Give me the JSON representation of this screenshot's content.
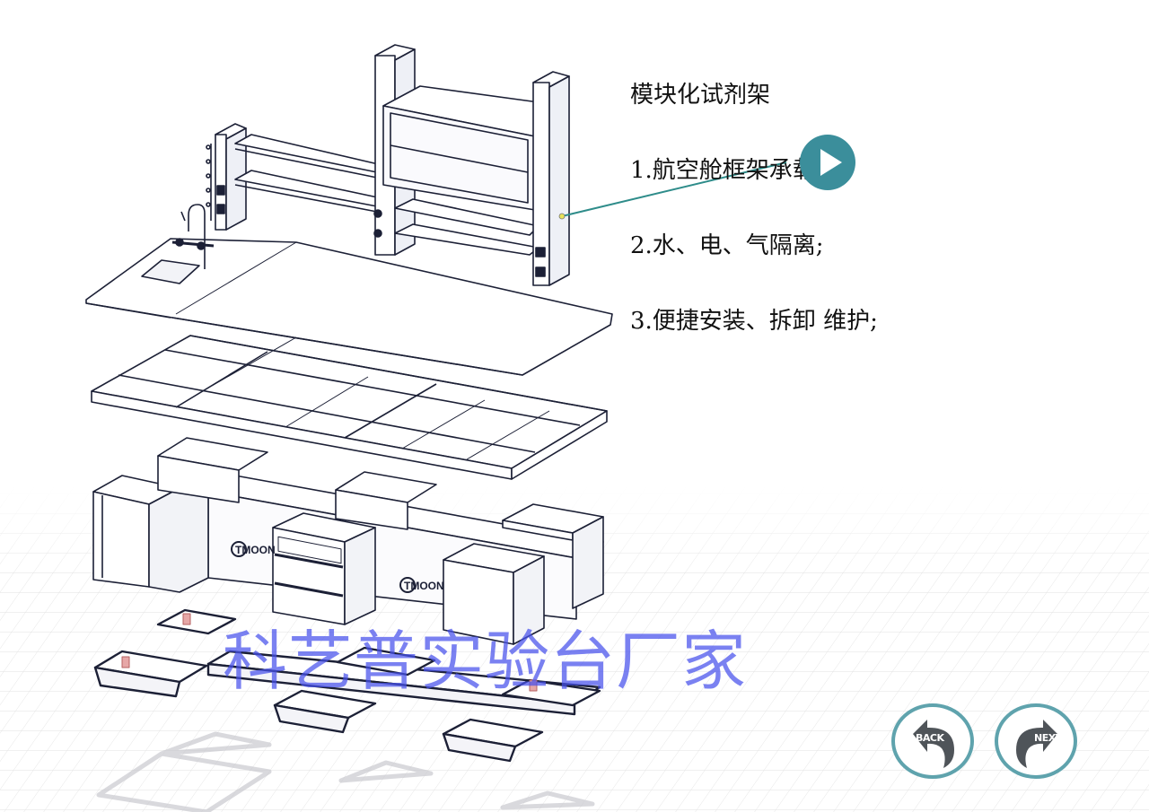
{
  "annotation": {
    "title": "模块化试剂架",
    "points": [
      "1.航空舱框架承载;",
      "2.水、电、气隔离;",
      "3.便捷安装、拆卸 维护;"
    ]
  },
  "watermark": "科艺普实验台厂家",
  "logo_text": "TMOON",
  "nav": {
    "back_label": "BACK",
    "next_label": "NEXT"
  },
  "icons": {
    "play": "play-icon",
    "back": "back-arrow-icon",
    "next": "next-arrow-icon"
  },
  "colors": {
    "accent": "#3b8e9b",
    "nav_ring": "#5fa3ad",
    "nav_arrow": "#4f5459",
    "watermark": "#4650eb",
    "line": "#1c2036"
  }
}
